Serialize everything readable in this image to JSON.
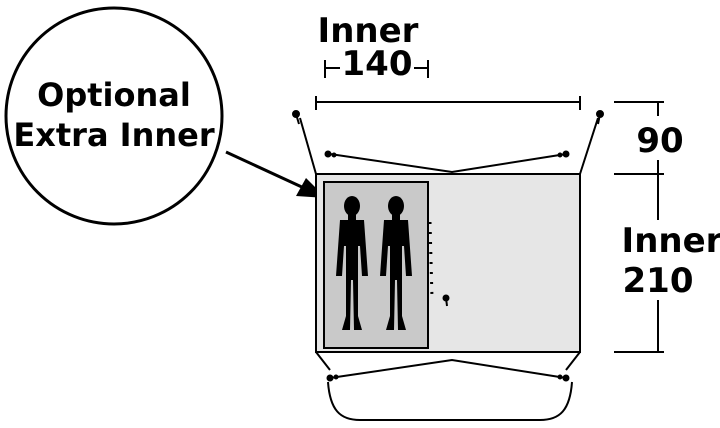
{
  "callout": {
    "line1": "Optional",
    "line2": "Extra Inner"
  },
  "dimensions": {
    "inner_width_label": "Inner",
    "inner_width_value": "140",
    "porch_depth_value": "90",
    "inner_length_label": "Inner",
    "inner_length_value": "210"
  },
  "colors": {
    "ink": "#000000",
    "floor_fill": "#e6e6e6",
    "inner_fill": "#c9c9c9",
    "background": "#ffffff"
  },
  "icons": [
    "person-silhouette-icon",
    "tent-peg-icon"
  ]
}
